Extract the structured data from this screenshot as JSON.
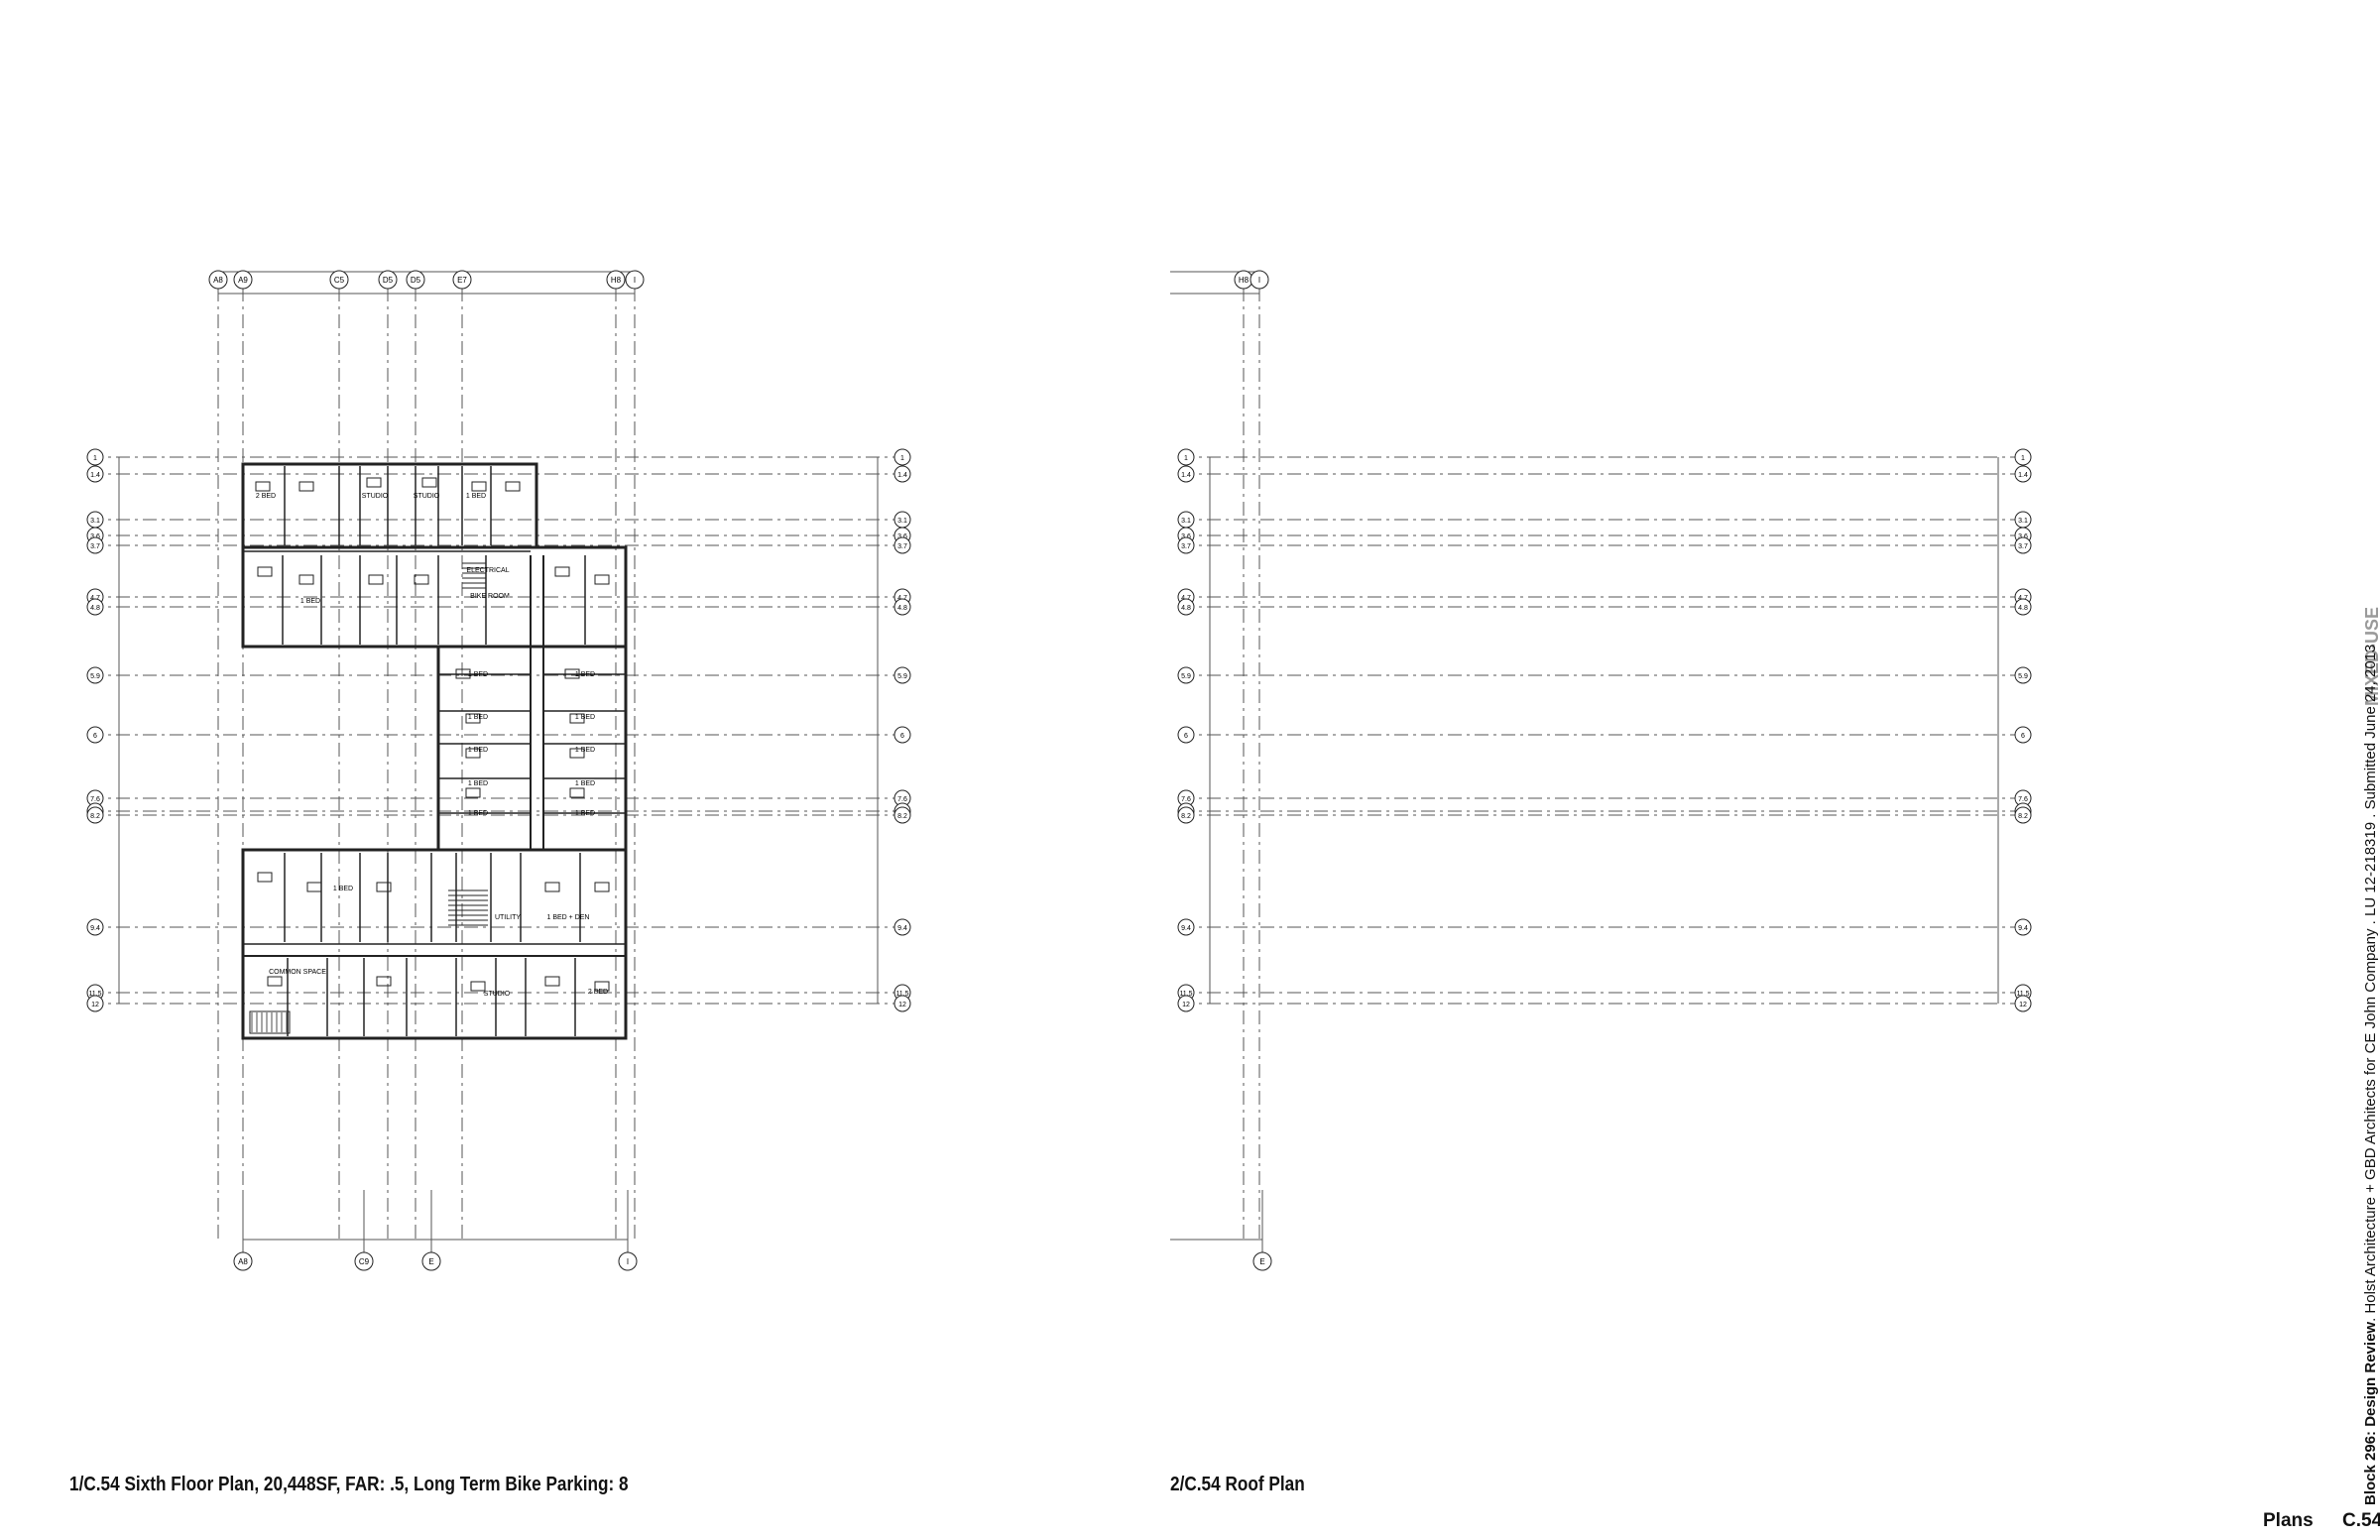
{
  "captions": {
    "sixth_floor": "1/C.54 Sixth Floor Plan, 20,448SF, FAR: .5, Long Term Bike Parking: 8",
    "roof": "2/C.54 Roof Plan"
  },
  "sidebar": {
    "category": "MIXED-USE",
    "project_line_bold": "Block 296: Design Review",
    "project_line_rest": ". Holst Architecture + GBD Architects for CE John Company . LU 12-218319 . Submitted June 24, 2013"
  },
  "footer": {
    "section": "Plans",
    "sheet_number": "C.54"
  },
  "plan_labels": {
    "columns": [
      "A8",
      "A9",
      "C5",
      "D5",
      "D5",
      "E7",
      "H8",
      "I"
    ],
    "columns_bottom": [
      "A8",
      "C9",
      "E",
      "I"
    ],
    "rows": [
      "1",
      "1.4",
      "3.1",
      "3.6",
      "3.7",
      "4.7",
      "4.8",
      "5.9",
      "6",
      "7.6",
      "8.1",
      "8.2",
      "9.4",
      "11.5",
      "12"
    ],
    "rooms": [
      "STUDIO",
      "STUDIO",
      "1 BED",
      "1 BED",
      "2 BED",
      "ELECTRICAL",
      "BIKE ROOM",
      "1 BED",
      "1 BED",
      "1 BED",
      "1 BED",
      "1 BED",
      "1 BED",
      "1 BED",
      "1 BED",
      "1 BED",
      "1 BED",
      "UTILITY",
      "1 BED + DEN",
      "COMMON SPACE",
      "STUDIO",
      "2 BED",
      "1 BED"
    ]
  },
  "style": {
    "line_color": "#222222",
    "grid_color": "#555555",
    "hatch_color": "#b8b8b8"
  }
}
